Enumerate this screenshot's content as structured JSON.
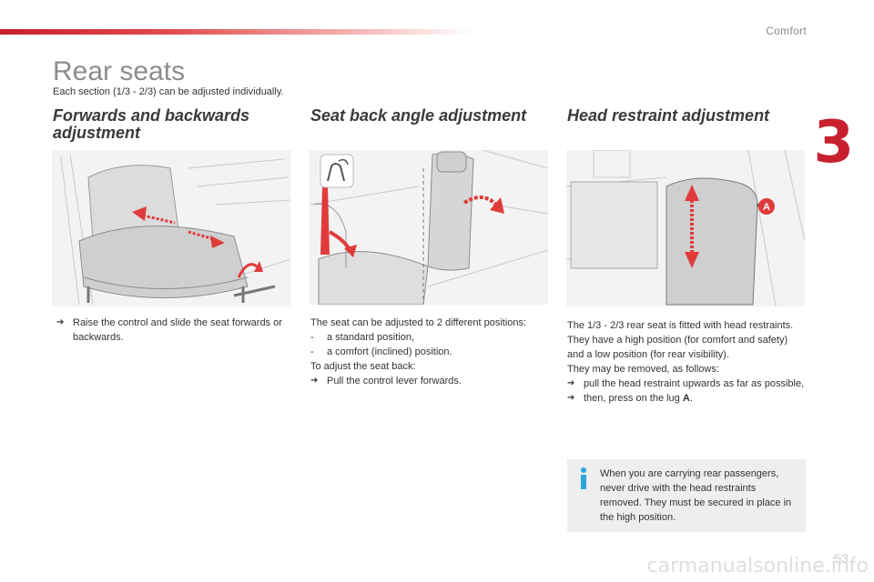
{
  "header": {
    "section_name": "Comfort",
    "chapter_number": "3"
  },
  "page": {
    "title": "Rear seats",
    "intro": "Each section (1/3 - 2/3) can be adjusted individually.",
    "page_number": "53",
    "watermark": "carmanualsonline.info"
  },
  "columns": {
    "forwards": {
      "heading": "Forwards and backwards adjustment",
      "bullets": [
        "Raise the control and slide the seat forwards or backwards."
      ]
    },
    "seatback": {
      "heading": "Seat back angle adjustment",
      "intro": "The seat can be adjusted to 2 different positions:",
      "dashes": [
        "a standard position,",
        "a comfort (inclined) position."
      ],
      "instruction": "To adjust the seat back:",
      "bullets": [
        "Pull the control lever forwards."
      ]
    },
    "headrest": {
      "heading": "Head restraint adjustment",
      "para1": "The 1/3 - 2/3 rear seat is fitted with head restraints.",
      "para2": "They have a high position (for comfort and safety) and a low position (for rear visibility).",
      "para3": "They may be removed, as follows:",
      "bullets": [
        "pull the head restraint upwards as far as possible,",
        "then, press on the lug"
      ],
      "lug_label": "A",
      "lug_suffix": ".",
      "callout_label": "A"
    }
  },
  "info_box": {
    "text": "When you are carrying rear passengers, never drive with the head restraints removed. They must be secured in place in the high position."
  },
  "colors": {
    "accent": "#c8202e",
    "info_icon": "#2aa8e0"
  },
  "glyphs": {
    "bullet": "➔"
  }
}
